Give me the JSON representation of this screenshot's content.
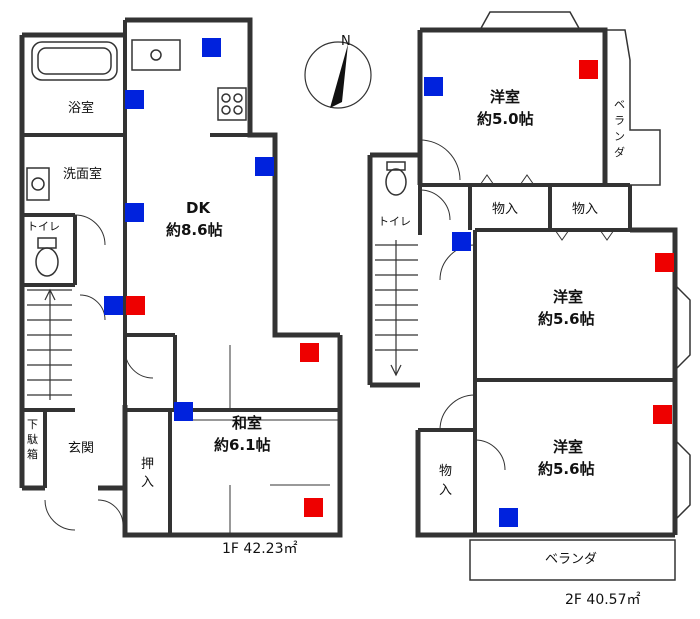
{
  "floor1": {
    "area_label": "1F 42.23㎡",
    "rooms": {
      "bath": "浴室",
      "washroom": "洗面室",
      "toilet": "トイレ",
      "dk_name": "DK",
      "dk_size": "約8.6帖",
      "washitsu_name": "和室",
      "washitsu_size": "約6.1帖",
      "genkan": "玄関",
      "getabako": [
        "下",
        "駄",
        "箱"
      ],
      "oshiire": [
        "押",
        "入"
      ]
    }
  },
  "floor2": {
    "area_label": "2F 40.57㎡",
    "rooms": {
      "youshitsu1_name": "洋室",
      "youshitsu1_size": "約5.0帖",
      "youshitsu2_name": "洋室",
      "youshitsu2_size": "約5.6帖",
      "youshitsu3_name": "洋室",
      "youshitsu3_size": "約5.6帖",
      "toilet": "トイレ",
      "closet1": "物入",
      "closet2": "物入",
      "closet3": [
        "物",
        "入"
      ],
      "veranda_top": [
        "ベ",
        "ラ",
        "ン",
        "ダ"
      ],
      "veranda_bottom": "ベランダ"
    }
  },
  "compass": {
    "label": "N"
  },
  "colors": {
    "wall": "#333333",
    "blue_marker": "#0022dd",
    "red_marker": "#ee0000"
  }
}
